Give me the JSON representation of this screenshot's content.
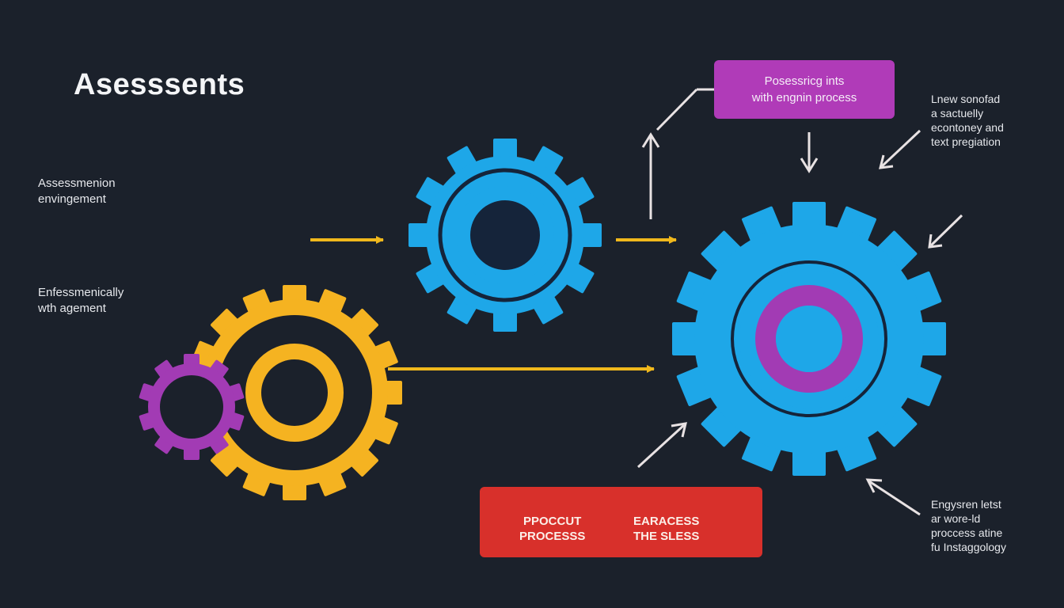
{
  "title": "Asesssents",
  "left_labels": [
    {
      "lines": [
        "Assessmenion",
        "envingement"
      ]
    },
    {
      "lines": [
        "Enfessmenically",
        "wth agement"
      ]
    }
  ],
  "top_box": {
    "lines": [
      "Posessricg ints",
      "with engnin process"
    ],
    "color": "#b03bb8"
  },
  "right_labels": [
    {
      "lines": [
        "Lnew sonofad",
        "a sactuelly",
        "econtoney and",
        "text pregiation"
      ]
    },
    {
      "lines": [
        "Engysren letst",
        "ar wore-ld",
        "proccess atine",
        "fu Instaggology"
      ]
    }
  ],
  "bottom_box": {
    "left_lines": [
      "PPOCCUT",
      "PROCESSS"
    ],
    "right_lines": [
      "EARACESS",
      "THE SLESS"
    ],
    "color": "#d8302b"
  },
  "colors": {
    "background": "#1b212b",
    "gear_blue": "#1ea7e8",
    "gear_yellow": "#f5b321",
    "gear_purple": "#a23bb4",
    "arrow_yellow": "#f0b81c",
    "arrow_white": "#e8e2e3"
  },
  "gears": [
    {
      "name": "small-purple-gear",
      "color": "purple"
    },
    {
      "name": "yellow-gear",
      "color": "yellow"
    },
    {
      "name": "top-blue-gear",
      "color": "blue"
    },
    {
      "name": "large-blue-gear",
      "color": "blue"
    }
  ]
}
